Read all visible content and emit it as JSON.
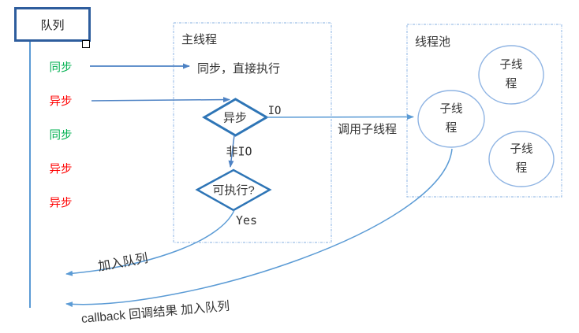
{
  "queue": {
    "label": "队列"
  },
  "queue_items": [
    {
      "label": "同步",
      "color_hex": "#00B050"
    },
    {
      "label": "异步",
      "color_hex": "#FF0000"
    },
    {
      "label": "同步",
      "color_hex": "#00B050"
    },
    {
      "label": "异步",
      "color_hex": "#FF0000"
    },
    {
      "label": "异步",
      "color_hex": "#FF0000"
    }
  ],
  "main_thread": {
    "title": "主线程",
    "sync_note": "同步，直接执行",
    "async_diamond_label": "异步",
    "io_label": "IO",
    "non_io_label": "非IO",
    "executable_diamond_label": "可执行?",
    "yes_label": "Yes"
  },
  "thread_pool": {
    "title": "线程池",
    "call_arrow_label": "调用子线程",
    "worker_line1": "子线",
    "worker_line2": "程"
  },
  "flows": {
    "enqueue_label": "加入队列",
    "callback_label": "callback 回调结果 加入队列"
  },
  "colors": {
    "sync_green": "#00B050",
    "async_red": "#FF0000",
    "line_blue": "#5B9BD5",
    "arrow_blue": "#4D82C4",
    "diamond_border": "#2E75B6",
    "queue_box_border": "#2E5D9D",
    "dashed_box_border": "#9FC0E8",
    "circle_border": "#8FB4E3"
  }
}
